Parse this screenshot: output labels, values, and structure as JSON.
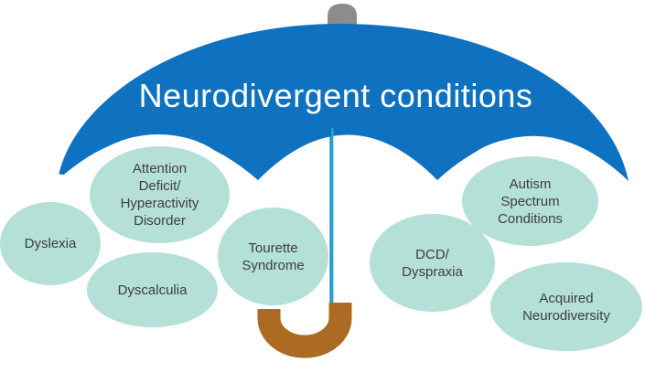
{
  "diagram": {
    "title": "Neurodivergent conditions",
    "bubbles": [
      {
        "id": "dyslexia",
        "label": "Dyslexia"
      },
      {
        "id": "adhd",
        "label": "Attention\nDeficit/\nHyperactivity\nDisorder"
      },
      {
        "id": "dyscalculia",
        "label": "Dyscalculia"
      },
      {
        "id": "tourette",
        "label": "Tourette\nSyndrome"
      },
      {
        "id": "dcd",
        "label": "DCD/\nDyspraxia"
      },
      {
        "id": "autism",
        "label": "Autism\nSpectrum\nConditions"
      },
      {
        "id": "acquired",
        "label": "Acquired\nNeurodiversity"
      }
    ],
    "colors": {
      "canopy": "#0e72c0",
      "cap": "#8c8c8c",
      "shaft": "#1ca9e1",
      "shaft_edge": "#0a6390",
      "handle": "#ad6a22",
      "bubble_fill": "#b4e0d7",
      "bubble_text": "#3e3e3e",
      "title_text": "#ffffff",
      "cloud": "#ffffff"
    }
  }
}
